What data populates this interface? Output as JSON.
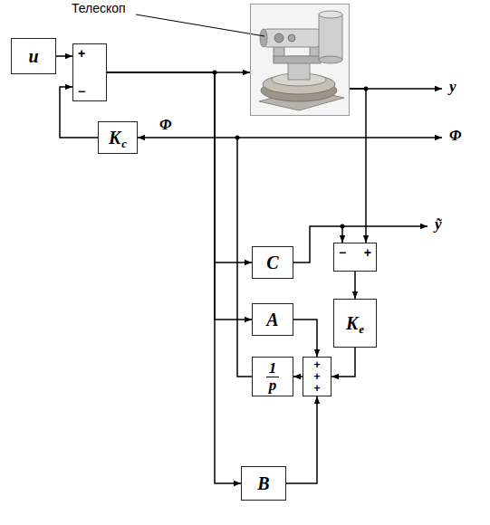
{
  "diagram": {
    "nodes": [
      {
        "text": [
          "Телескоп"
        ]
      },
      {
        "text": [
          "u"
        ]
      },
      {
        "text": [
          "+",
          "−"
        ]
      },
      {
        "text": [
          "K",
          "c"
        ]
      },
      {
        "text": [
          "C"
        ]
      },
      {
        "text": [
          "−",
          "+"
        ]
      },
      {
        "text": [
          "A"
        ]
      },
      {
        "text": [
          "K",
          "e"
        ]
      },
      {
        "text": [
          "1",
          "p"
        ]
      },
      {
        "text": [
          "+",
          "+",
          "+"
        ]
      },
      {
        "text": [
          "B"
        ]
      }
    ],
    "edges": [
      {
        "from": 1,
        "to": 2,
        "arrow": "to"
      },
      {
        "from": 2,
        "to": 0,
        "arrow": "to"
      },
      {
        "from": 2,
        "to": 4,
        "arrow": "to"
      },
      {
        "from": 2,
        "to": 6,
        "arrow": "to"
      },
      {
        "from": 2,
        "to": 10,
        "arrow": "to"
      },
      {
        "from": 0,
        "to": 5,
        "arrow": "to"
      },
      {
        "from": 4,
        "to": 5,
        "arrow": "to"
      },
      {
        "from": 5,
        "to": 7,
        "arrow": "to"
      },
      {
        "from": 7,
        "to": 9,
        "arrow": "to"
      },
      {
        "from": 6,
        "to": 9,
        "arrow": "to"
      },
      {
        "from": 10,
        "to": 9,
        "arrow": "to"
      },
      {
        "from": 9,
        "to": 8,
        "arrow": "to"
      },
      {
        "from": 8,
        "to": 3,
        "arrow": "to"
      },
      {
        "from": 3,
        "to": 2,
        "arrow": "to"
      }
    ],
    "labels": [
      "y",
      "Φ",
      "Φ",
      "ỹ"
    ]
  }
}
